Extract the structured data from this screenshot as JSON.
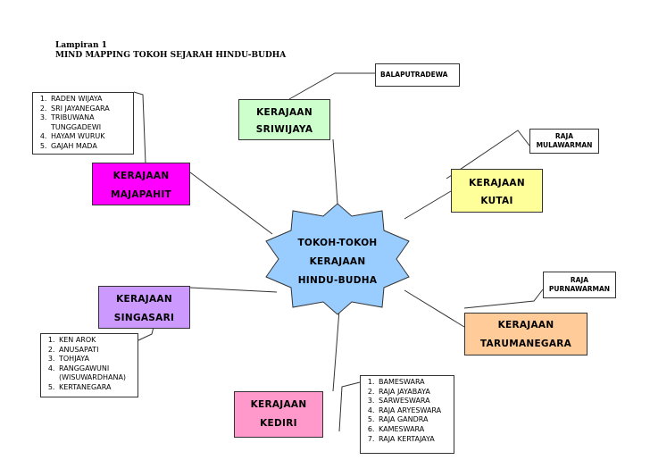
{
  "header": {
    "line1": "Lampiran 1",
    "line2": "MIND MAPPING TOKOH SEJARAH HINDU-BUDHA"
  },
  "center": {
    "line1": "TOKOH-TOKOH",
    "line2": "KERAJAAN",
    "line3": "HINDU-BUDHA",
    "color": "#99ccff"
  },
  "kingdoms": {
    "sriwijaya": {
      "line1": "KERAJAAN",
      "line2": "SRIWIJAYA",
      "color": "#ccffcc"
    },
    "majapahit": {
      "line1": "KERAJAAN",
      "line2": "MAJAPAHIT",
      "color": "#ff00ff"
    },
    "kutai": {
      "line1": "KERAJAAN",
      "line2": "KUTAI",
      "color": "#ffff99"
    },
    "singasari": {
      "line1": "KERAJAAN",
      "line2": "SINGASARI",
      "color": "#cc99ff"
    },
    "tarumanegara": {
      "line1": "KERAJAAN",
      "line2": "TARUMANEGARA",
      "color": "#ffcc99"
    },
    "kediri": {
      "line1": "KERAJAAN",
      "line2": "KEDIRI",
      "color": "#ff99cc"
    }
  },
  "rulers": {
    "sriwijaya": "BALAPUTRADEWA",
    "kutai_line1": "RAJA",
    "kutai_line2": "MULAWARMAN",
    "tarumanegara_line1": "RAJA",
    "tarumanegara_line2": "PURNAWARMAN"
  },
  "lists": {
    "majapahit": [
      "RADEN WIJAYA",
      "SRI JAYANEGARA",
      "TRIBUWANA TUNGGADEWI",
      "HAYAM WURUK",
      "GAJAH MADA"
    ],
    "singasari": [
      "KEN AROK",
      "ANUSAPATI",
      "TOHJAYA",
      "RANGGAWUNI (WISUWARDHANA)",
      "KERTANEGARA"
    ],
    "kediri": [
      "BAMESWARA",
      "RAJA JAYABAYA",
      "SARWESWARA",
      "RAJA ARYESWARA",
      "RAJA GANDRA",
      "KAMESWARA",
      "RAJA KERTAJAYA"
    ]
  }
}
